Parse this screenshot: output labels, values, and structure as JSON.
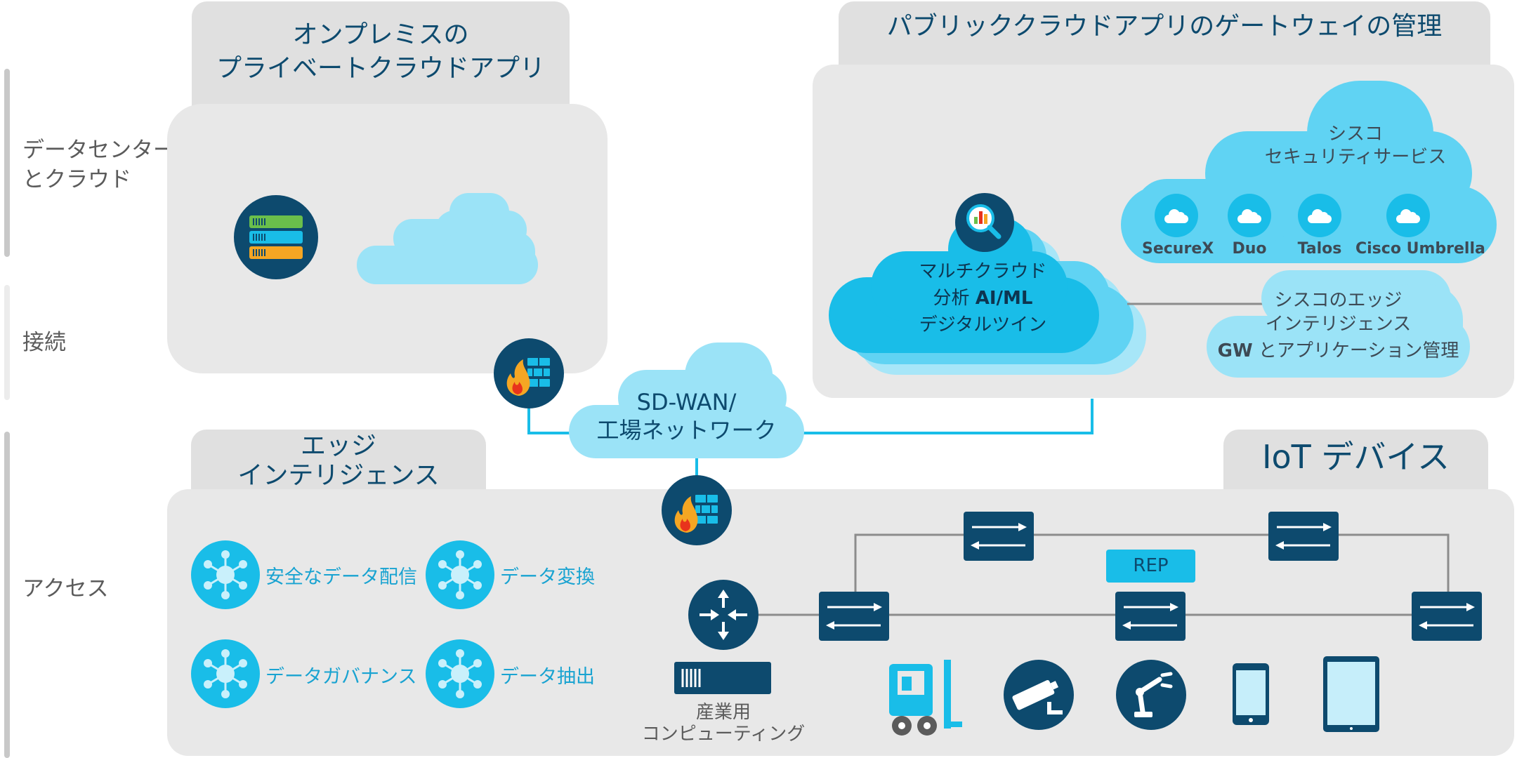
{
  "layers": {
    "datacenter_line1": "データセンター",
    "datacenter_line2": "とクラウド",
    "connect": "接続",
    "access": "アクセス"
  },
  "onprem": {
    "title_line1": "オンプレミスの",
    "title_line2": "プライベートクラウドアプリ"
  },
  "public": {
    "title": "パブリッククラウドアプリのゲートウェイの管理",
    "multi_line1": "マルチクラウド",
    "multi_line2_a": "分析 ",
    "multi_line2_b": "AI/ML",
    "multi_line3": "デジタルツイン",
    "security_line1": "シスコ",
    "security_line2": "セキュリティサービス",
    "services": [
      "SecureX",
      "Duo",
      "Talos",
      "Cisco Umbrella"
    ],
    "edge_line1": "シスコのエッジ",
    "edge_line2": "インテリジェンス",
    "edge_line3_a": "GW",
    "edge_line3_b": " とアプリケーション管理"
  },
  "sdwan": {
    "line1": "SD-WAN/",
    "line2": "工場ネットワーク"
  },
  "edge": {
    "title_line1": "エッジ",
    "title_line2": "インテリジェンス",
    "items": [
      "安全なデータ配信",
      "データ変換",
      "データガバナンス",
      "データ抽出"
    ]
  },
  "iot": {
    "title": "IoT デバイス",
    "rep": "REP",
    "computing_line1": "産業用",
    "computing_line2": "コンピューティング"
  },
  "colors": {
    "navy": "#0d4a6e",
    "cyan": "#19bde8",
    "light_cyan": "#9be3f7",
    "panel": "#e8e8e8",
    "tab": "#e0e0e0"
  }
}
